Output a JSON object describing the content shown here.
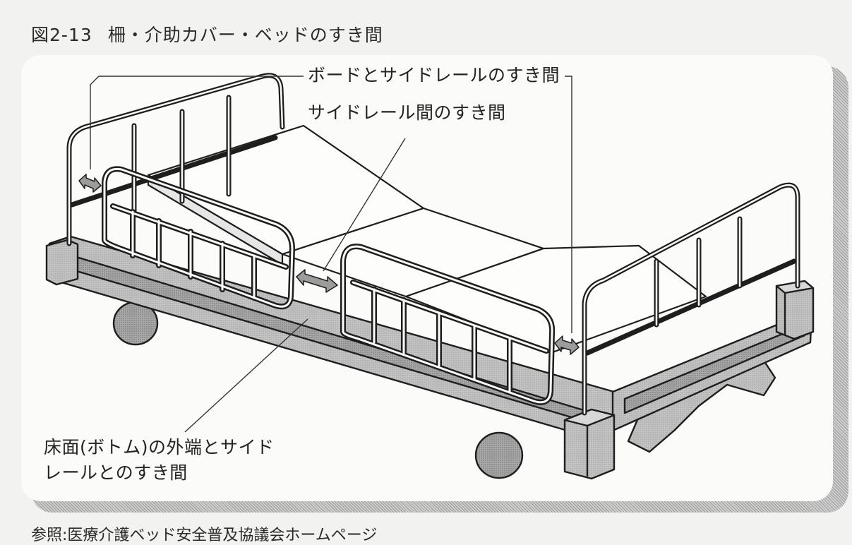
{
  "figure": {
    "number": "図2-13",
    "title": "柵・介助カバー・ベッドのすき間"
  },
  "labels": {
    "board_gap": "ボードとサイドレールのすき間",
    "rail_gap": "サイドレール間のすき間",
    "floor_gap_line1": "床面(ボトム)の外端とサイド",
    "floor_gap_line2": "レールとのすき間"
  },
  "source": "参照:医療介護ベッド安全普及協議会ホームページ",
  "colors": {
    "frame_fill": "#c9c9c9",
    "rail_stroke": "#1e1e1e",
    "arrow_fill": "#9c9c9c"
  }
}
